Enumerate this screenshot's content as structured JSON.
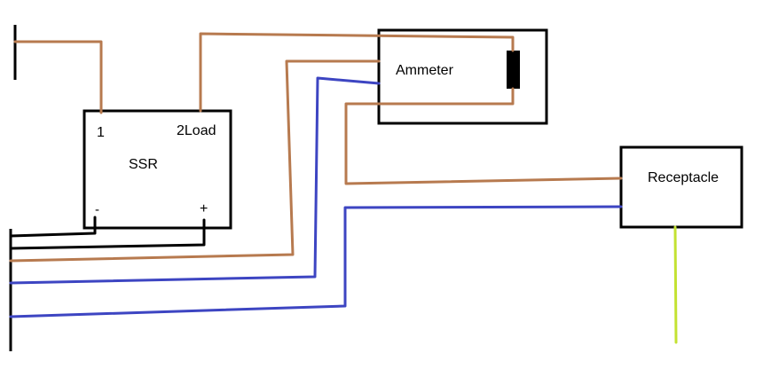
{
  "ssr": {
    "title": "SSR",
    "pin1": "1",
    "pin2": "2Load",
    "minus": "-",
    "plus": "+"
  },
  "ammeter": {
    "title": "Ammeter"
  },
  "receptacle": {
    "title": "Receptacle"
  },
  "colors": {
    "brown_wire": "#b77a4f",
    "blue_wire": "#3d45c2",
    "black_wire": "#000000",
    "ground_wire": "#c3e232",
    "box_outline": "#000000",
    "background": "#ffffff"
  }
}
